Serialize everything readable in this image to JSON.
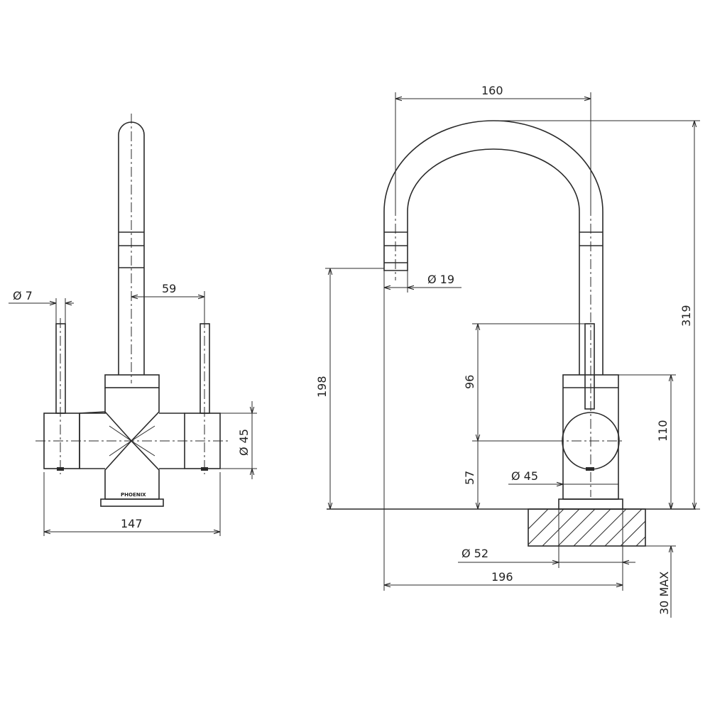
{
  "front_view": {
    "dia_7": "Ø 7",
    "dim_59": "59",
    "dia_45": "Ø 45",
    "dim_147": "147",
    "brand": "PHOENIX"
  },
  "side_view": {
    "dim_160": "160",
    "dia_19": "Ø 19",
    "dim_319": "319",
    "dim_198": "198",
    "dim_96": "96",
    "dim_57": "57",
    "dim_110": "110",
    "dia_45": "Ø 45",
    "dia_52": "Ø 52",
    "dim_196": "196",
    "dim_30max": "30 MAX"
  }
}
